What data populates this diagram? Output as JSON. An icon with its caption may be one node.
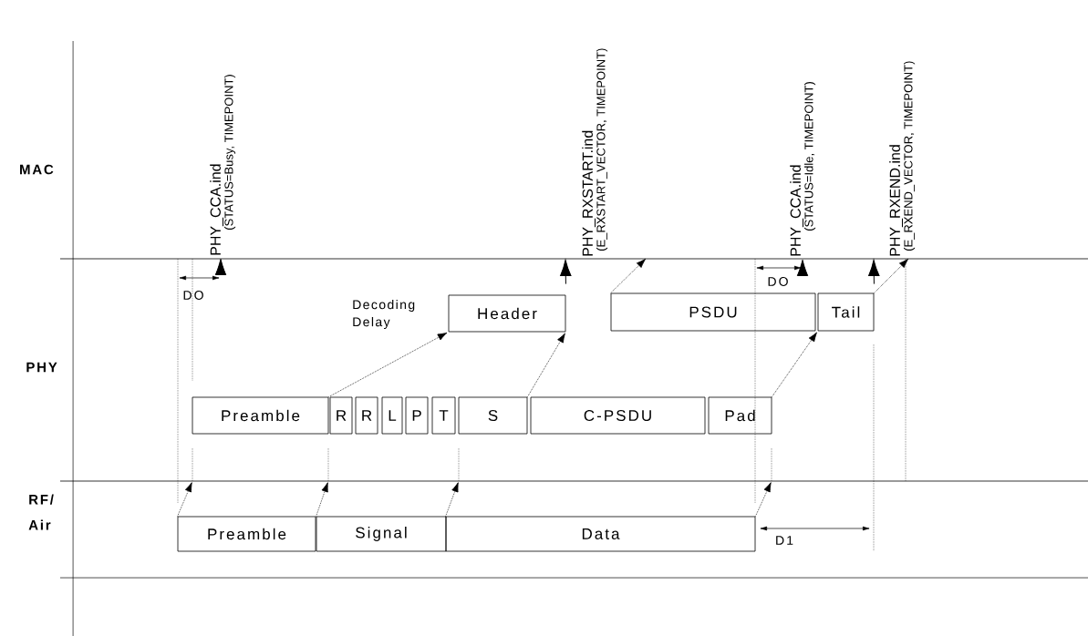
{
  "diagram": {
    "nodes": [
      {
        "text": [
          "Header"
        ]
      },
      {
        "text": [
          "PSDU"
        ]
      },
      {
        "text": [
          "Tail"
        ]
      },
      {
        "text": [
          "Preamble"
        ]
      },
      {
        "text": [
          "R"
        ]
      },
      {
        "text": [
          "R"
        ]
      },
      {
        "text": [
          "L"
        ]
      },
      {
        "text": [
          "P"
        ]
      },
      {
        "text": [
          "T"
        ]
      },
      {
        "text": [
          "S"
        ]
      },
      {
        "text": [
          "C-PSDU"
        ]
      },
      {
        "text": [
          "Pad"
        ]
      },
      {
        "text": [
          "Preamble"
        ]
      },
      {
        "text": [
          "Signal"
        ]
      },
      {
        "text": [
          "Data"
        ]
      },
      {
        "text": [
          "PHY_CCA.ind",
          "(STATUS=Busy, TIMEPOINT)"
        ]
      },
      {
        "text": [
          "PHY_RXSTART.ind",
          "(E_RXSTART_VECTOR, TIMEPOINT)"
        ]
      },
      {
        "text": [
          "PHY_CCA.ind",
          "(STATUS=Idle, TIMEPOINT)"
        ]
      },
      {
        "text": [
          "PHY_RXEND.ind",
          "(E_RXEND_VECTOR, TIMEPOINT)"
        ]
      }
    ],
    "edges": [
      {
        "from": null,
        "to": 15,
        "arrow": "to"
      },
      {
        "from": 0,
        "to": 16,
        "arrow": "to"
      },
      {
        "from": null,
        "to": 17,
        "arrow": "to"
      },
      {
        "from": 2,
        "to": 18,
        "arrow": "to"
      },
      {
        "from": 3,
        "to": 0,
        "arrow": "to",
        "style": "dashed"
      },
      {
        "from": 9,
        "to": 0,
        "arrow": "to",
        "style": "dashed"
      },
      {
        "from": 1,
        "to": 16,
        "arrow": "to",
        "style": "dashed"
      },
      {
        "from": 11,
        "to": 2,
        "arrow": "to",
        "style": "dashed"
      },
      {
        "from": 2,
        "to": 18,
        "arrow": "to",
        "style": "dashed"
      },
      {
        "from": 12,
        "to": null,
        "arrow": "to",
        "style": "dashed"
      },
      {
        "from": 13,
        "to": null,
        "arrow": "to",
        "style": "dashed"
      },
      {
        "from": 14,
        "to": null,
        "arrow": "to",
        "style": "dashed"
      },
      {
        "from": 14,
        "to": null,
        "arrow": "to",
        "style": "dashed"
      }
    ],
    "labels": [
      "MAC",
      "DO",
      "DO",
      "Decoding Delay",
      "PHY",
      "RF/ Air",
      "D1"
    ]
  }
}
